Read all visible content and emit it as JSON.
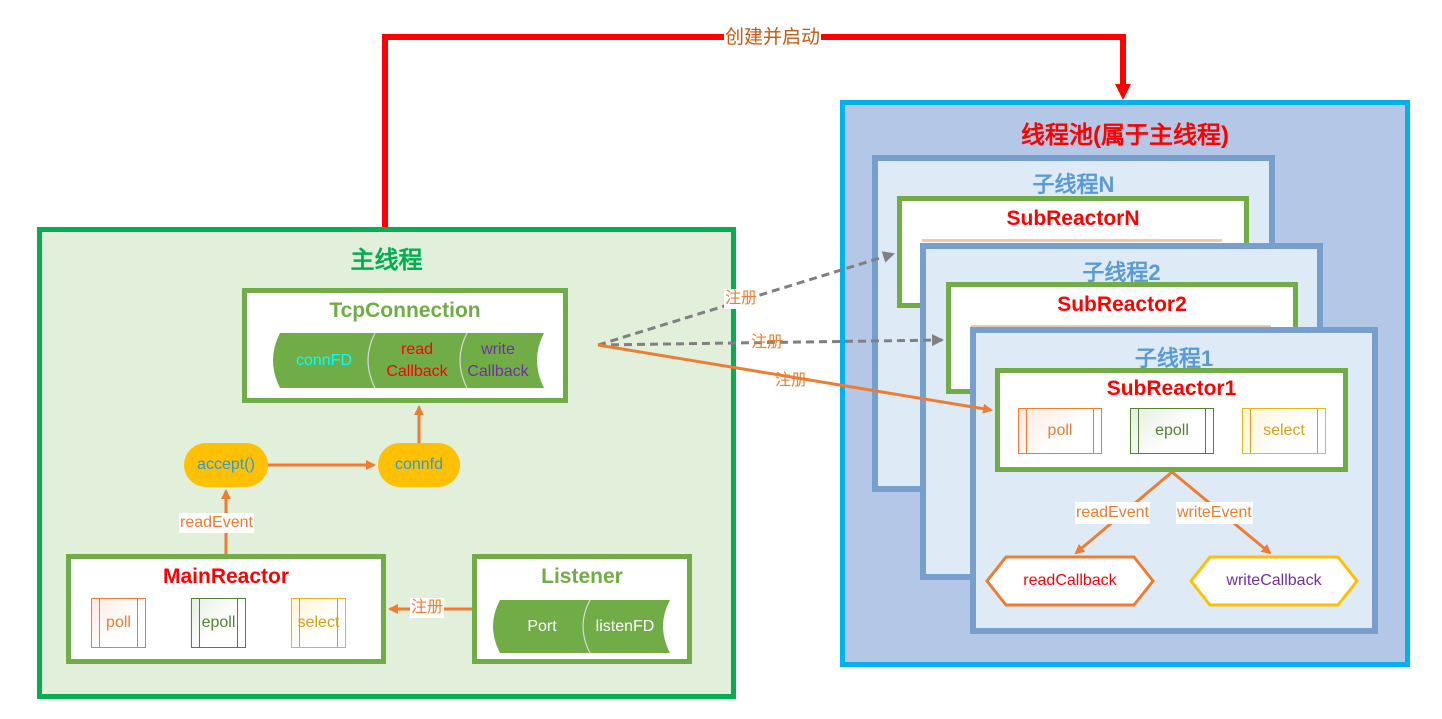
{
  "top_connector": {
    "label": "创建并启动"
  },
  "main_thread": {
    "title": "主线程",
    "tcp_connection": {
      "title": "TcpConnection",
      "segments": [
        {
          "text": "connFD",
          "color": "#00ffff"
        },
        {
          "text": "read Callback",
          "line1": "read",
          "line2": "Callback",
          "color": "#ff0000"
        },
        {
          "text": "write Callback",
          "line1": "write",
          "line2": "Callback",
          "color": "#7030a0"
        }
      ]
    },
    "accept_node": "accept()",
    "connfd_node": "connfd",
    "read_event_label": "readEvent",
    "main_reactor": {
      "title": "MainReactor",
      "methods": [
        "poll",
        "epoll",
        "select"
      ]
    },
    "register_label": "注册",
    "listener": {
      "title": "Listener",
      "segments": [
        "Port",
        "listenFD"
      ]
    }
  },
  "register_arrows": [
    {
      "label": "注册",
      "target": "SubReactorN",
      "style": "dashed"
    },
    {
      "label": "注册",
      "target": "SubReactor2",
      "style": "dashed"
    },
    {
      "label": "注册",
      "target": "SubReactor1",
      "style": "solid"
    }
  ],
  "thread_pool": {
    "title": "线程池(属于主线程)",
    "sub_threads": [
      {
        "title": "子线程N",
        "reactor": "SubReactorN"
      },
      {
        "title": "子线程2",
        "reactor": "SubReactor2"
      },
      {
        "title": "子线程1",
        "reactor": "SubReactor1",
        "methods": [
          "poll",
          "epoll",
          "select"
        ],
        "read_event_label": "readEvent",
        "write_event_label": "writeEvent",
        "read_callback": "readCallback",
        "write_callback": "writeCallback"
      }
    ]
  },
  "colors": {
    "main_border": "#00b050",
    "main_bg": "#e2efda",
    "pool_border": "#00b0f0",
    "pool_bg": "#b4c7e7",
    "sub_border": "#779fce",
    "sub_bg": "#deebf7",
    "reactor_border": "#70ad47",
    "arrow_orange": "#ed7d31",
    "arrow_red": "#ff0000",
    "arrow_gray": "#808080",
    "oval_fill": "#ffc000"
  }
}
